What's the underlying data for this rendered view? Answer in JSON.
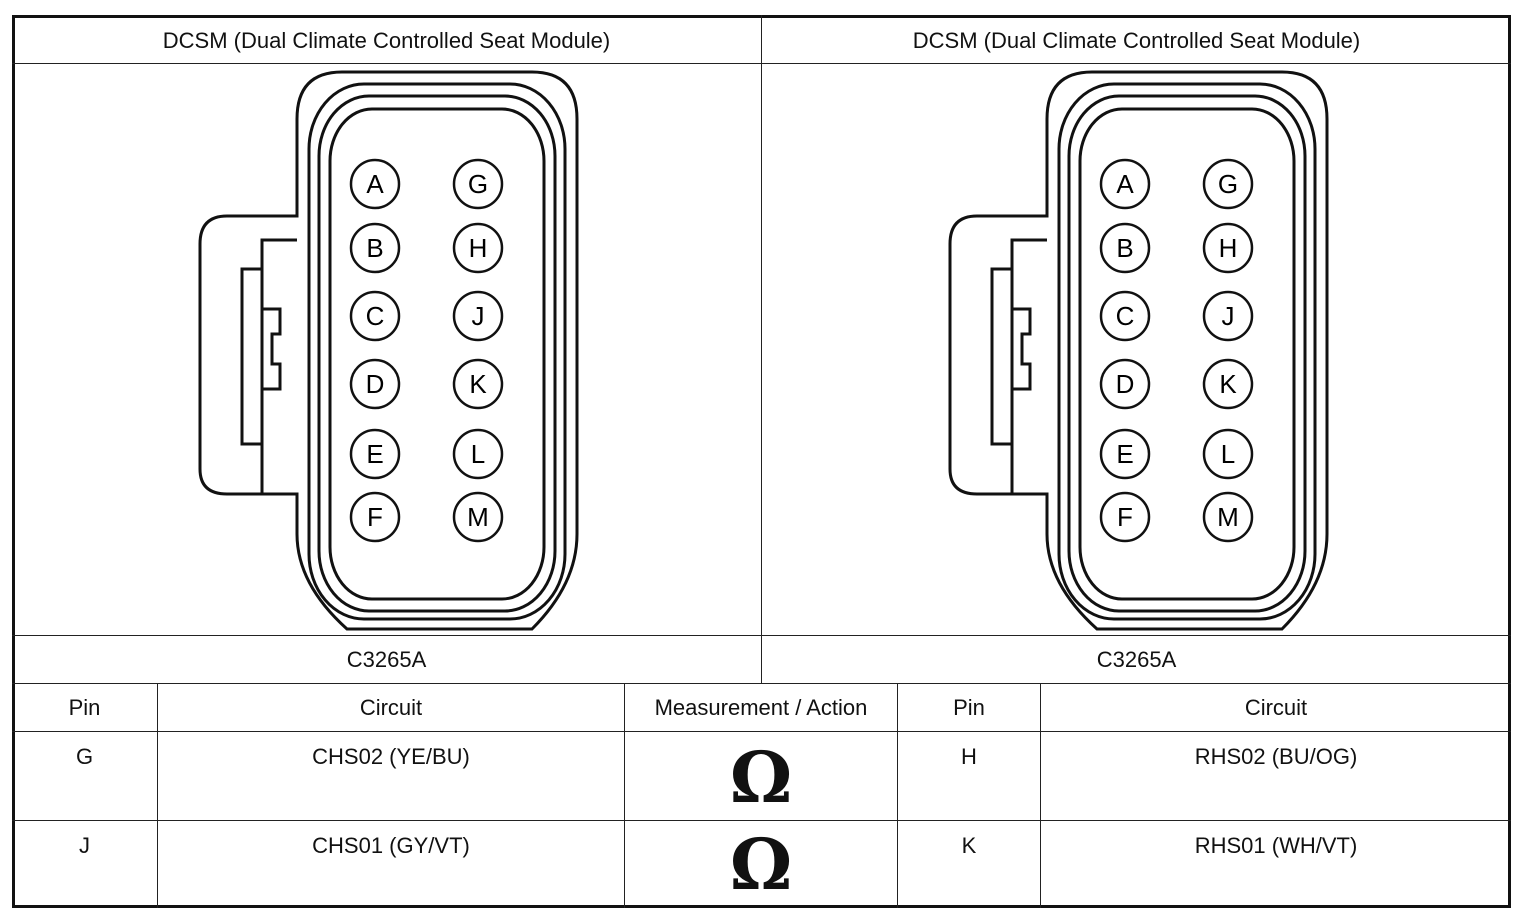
{
  "left_panel": {
    "header": "DCSM (Dual Climate Controlled Seat Module)",
    "connector_id": "C3265A",
    "pins_left_column": [
      "A",
      "B",
      "C",
      "D",
      "E",
      "F"
    ],
    "pins_right_column": [
      "G",
      "H",
      "J",
      "K",
      "L",
      "M"
    ]
  },
  "right_panel": {
    "header": "DCSM (Dual Climate Controlled Seat Module)",
    "connector_id": "C3265A",
    "pins_left_column": [
      "A",
      "B",
      "C",
      "D",
      "E",
      "F"
    ],
    "pins_right_column": [
      "G",
      "H",
      "J",
      "K",
      "L",
      "M"
    ]
  },
  "table": {
    "headers": [
      "Pin",
      "Circuit",
      "Measurement / Action",
      "Pin",
      "Circuit"
    ],
    "rows": [
      {
        "pin1": "G",
        "circuit1": "CHS02 (YE/BU)",
        "action": "Ω",
        "pin2": "H",
        "circuit2": "RHS02 (BU/OG)"
      },
      {
        "pin1": "J",
        "circuit1": "CHS01 (GY/VT)",
        "action": "Ω",
        "pin2": "K",
        "circuit2": "RHS01 (WH/VT)"
      }
    ]
  }
}
